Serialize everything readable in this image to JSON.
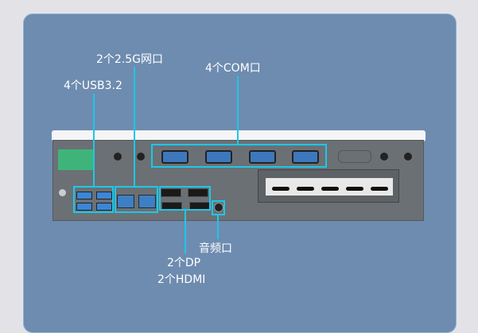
{
  "callouts": {
    "usb": "4个USB3.2",
    "lan": "2个2.5G网口",
    "com": "4个COM口",
    "audio": "音频口",
    "dp": "2个DP",
    "hdmi": "2个HDMI"
  },
  "colors": {
    "background": "#e3e3e7",
    "card": "#6e8cb0",
    "callout": "#1cc8e8",
    "panel": "#6b7075"
  }
}
